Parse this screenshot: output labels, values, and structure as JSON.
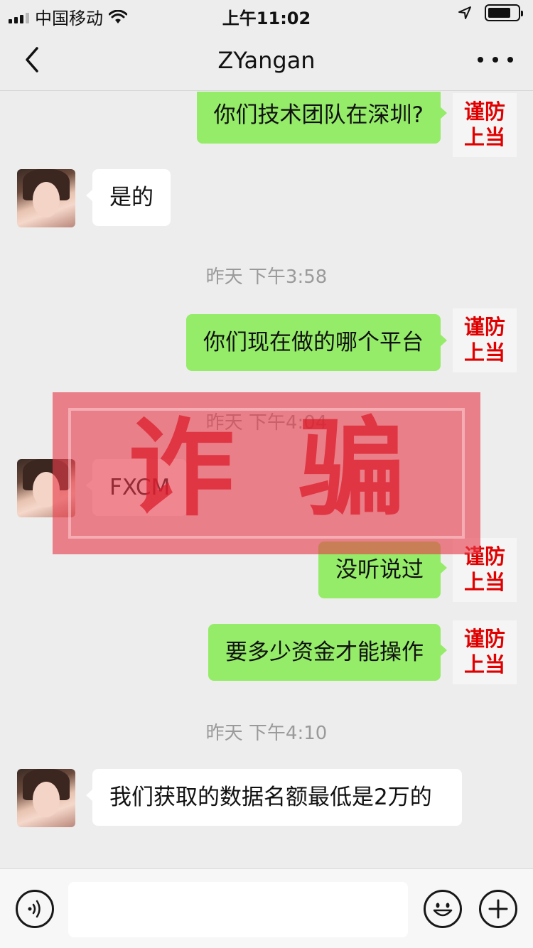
{
  "status_bar": {
    "carrier": "中国移动",
    "time": "上午11:02"
  },
  "nav": {
    "title": "ZYangan"
  },
  "warning_badge": {
    "line1": "谨防",
    "line2": "上当"
  },
  "messages": [
    {
      "direction": "out",
      "text": "你们技术团队在深圳?"
    },
    {
      "direction": "in",
      "text": "是的"
    },
    {
      "type": "time",
      "text": "昨天 下午3:58"
    },
    {
      "direction": "out",
      "text": "你们现在做的哪个平台"
    },
    {
      "type": "time",
      "text": "昨天 下午4:04"
    },
    {
      "direction": "in",
      "text": "FXCM"
    },
    {
      "direction": "out",
      "text": "没听说过"
    },
    {
      "direction": "out",
      "text": "要多少资金才能操作"
    },
    {
      "type": "time",
      "text": "昨天 下午4:10"
    },
    {
      "direction": "in",
      "text": "我们获取的数据名额最低是2万的"
    }
  ],
  "stamp": {
    "text": "诈骗"
  },
  "colors": {
    "outgoing_bubble": "#95ec69",
    "incoming_bubble": "#ffffff",
    "background": "#ededed",
    "warning_text": "#e00000",
    "stamp": "#e63c4b"
  },
  "icons": {
    "back": "chevron-left-icon",
    "more": "more-dots-icon",
    "voice": "voice-icon",
    "emoji": "emoji-icon",
    "plus": "plus-icon",
    "wifi": "wifi-icon",
    "location": "location-arrow-icon",
    "battery": "battery-icon",
    "signal": "signal-icon"
  }
}
